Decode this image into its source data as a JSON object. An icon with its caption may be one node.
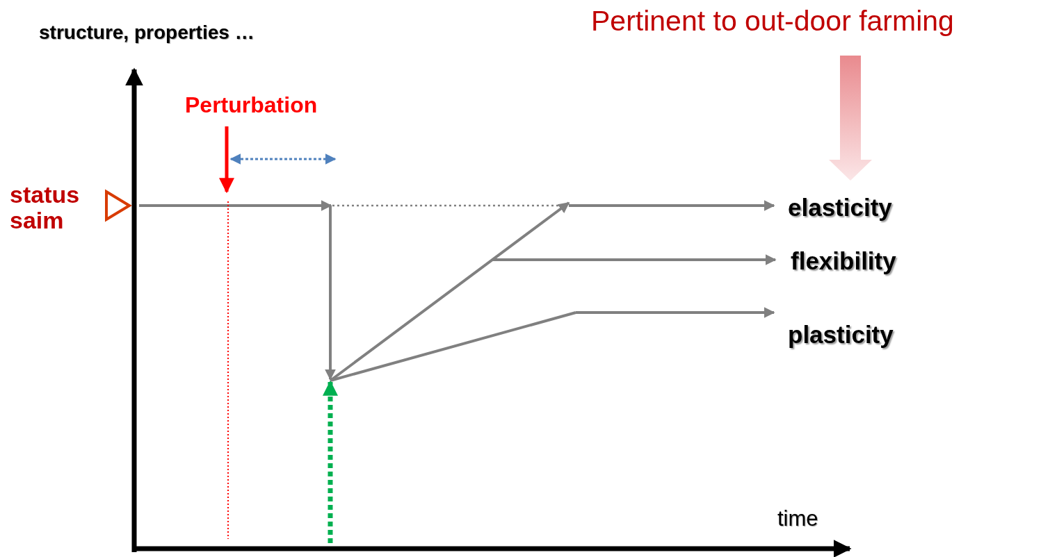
{
  "diagram": {
    "title": "Pertinent to out-door farming",
    "labels": [
      "structure, properties …",
      "Perturbation",
      "status saim",
      "elasticity",
      "flexibility",
      "plasticity",
      "time"
    ]
  }
}
